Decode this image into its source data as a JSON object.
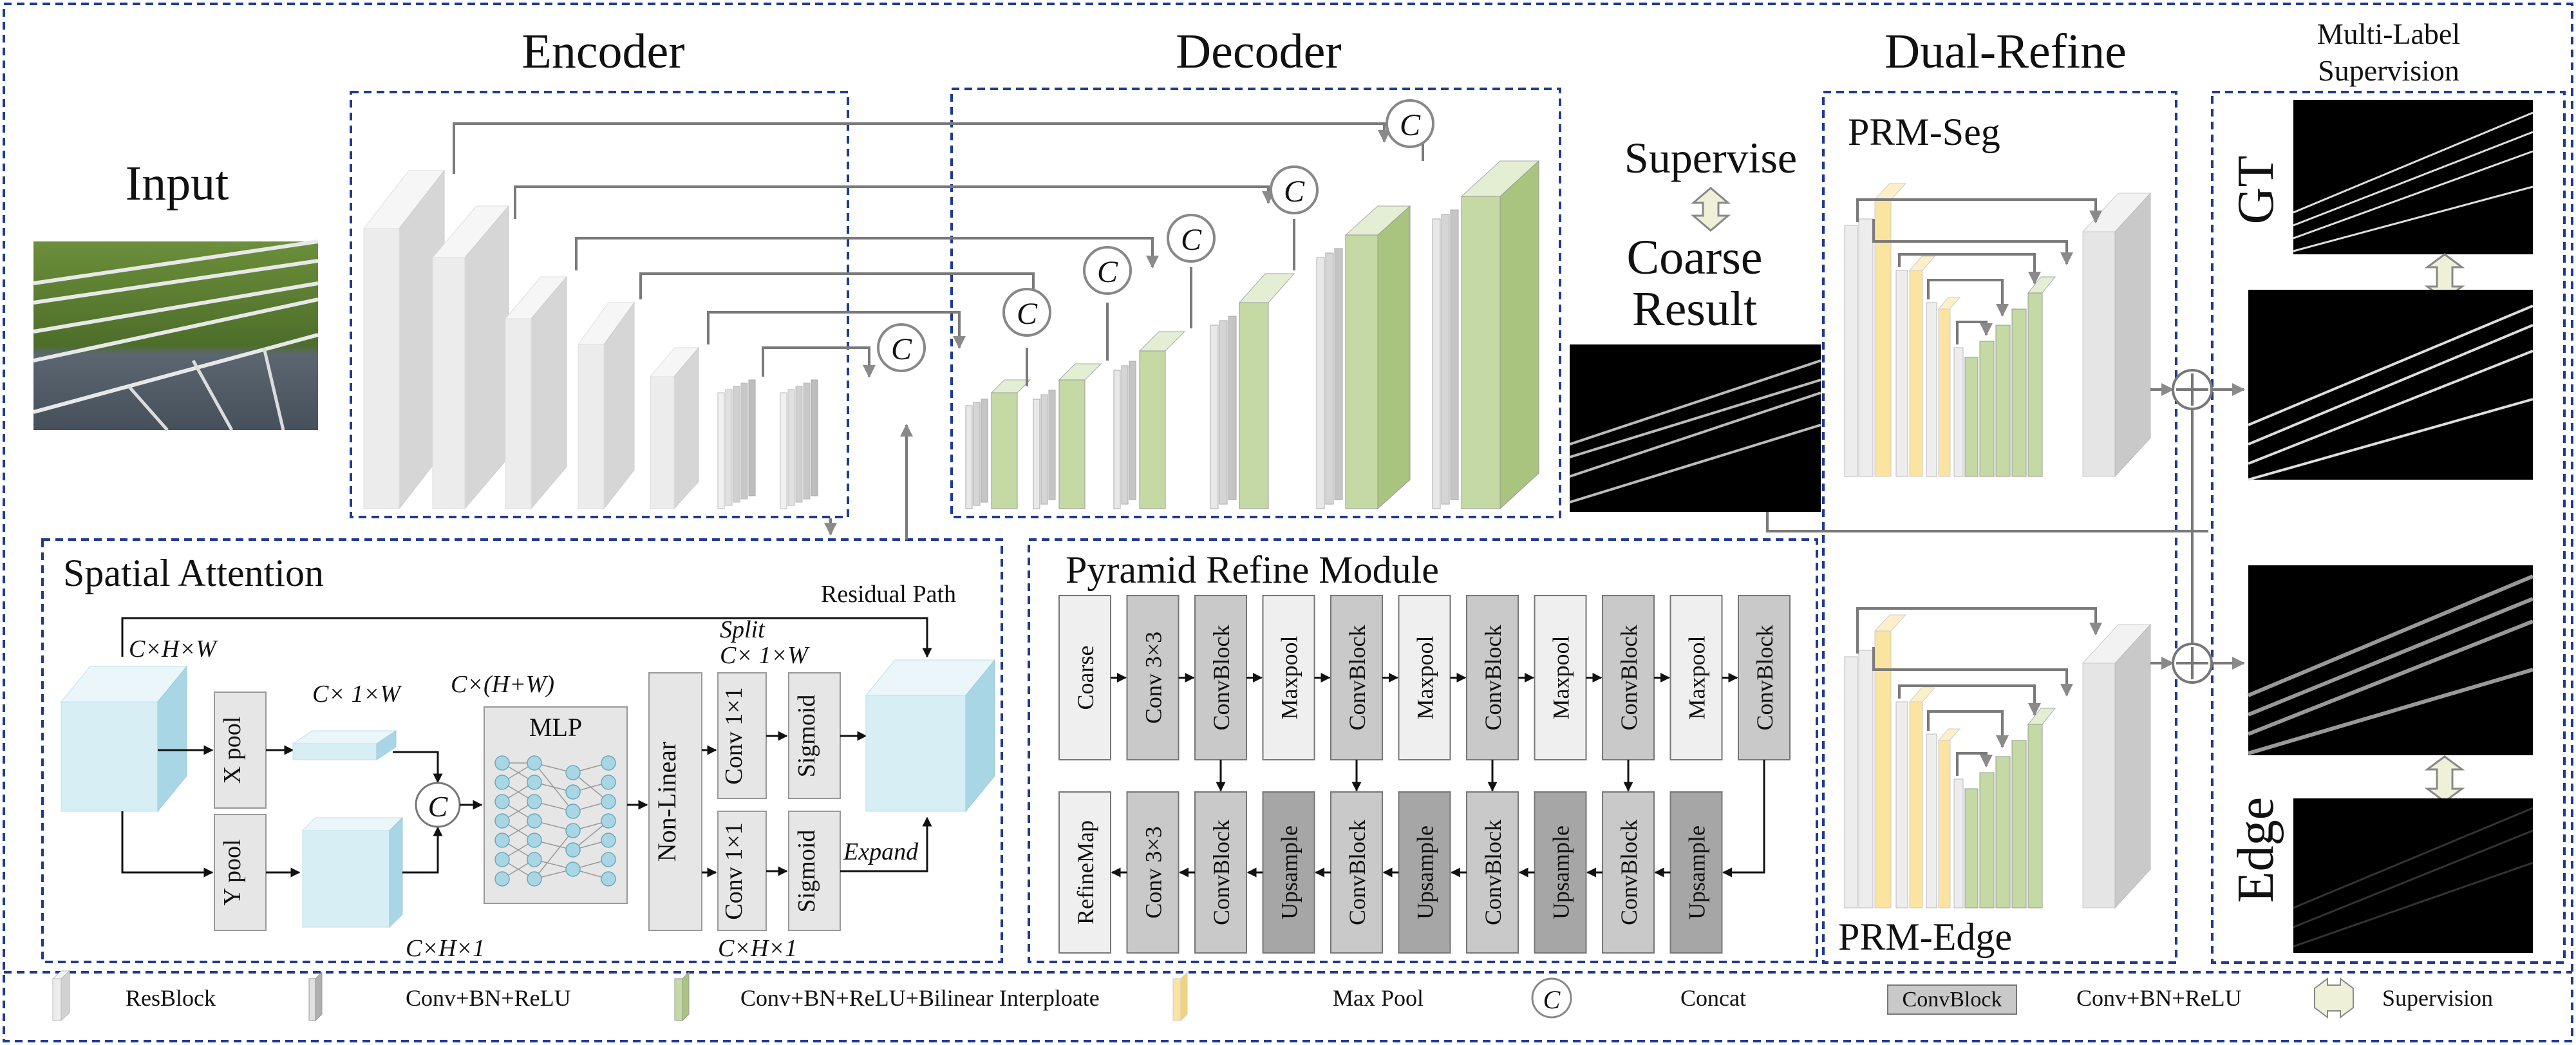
{
  "sections": {
    "encoder": "Encoder",
    "decoder": "Decoder",
    "dual_refine": "Dual-Refine",
    "multi_label": [
      "Multi-Label",
      "Supervision"
    ],
    "input": "Input"
  },
  "coarse": {
    "supervise": "Supervise",
    "line1": "Coarse",
    "line2": "Result"
  },
  "prm": {
    "seg": "PRM-Seg",
    "edge": "PRM-Edge"
  },
  "supervision_labels": {
    "gt": "GT",
    "edge": "Edge"
  },
  "spatial_attention": {
    "title": "Spatial Attention",
    "residual": "Residual Path",
    "x_pool": "X pool",
    "y_pool": "Y pool",
    "mlp": "MLP",
    "non_linear": "Non-Linear",
    "conv1": "Conv 1×1",
    "conv2": "Conv 1×1",
    "sigmoid1": "Sigmoid",
    "sigmoid2": "Sigmoid",
    "split": "Split",
    "expand": "Expand",
    "dim_chw": "C×H×W",
    "dim_c1w": "C× 1×W",
    "dim_chpw": "C×(H+W)",
    "dim_split": "C× 1×W",
    "dim_ch1": "C×H×1",
    "dim_ch1b": "C×H×1"
  },
  "prm_module": {
    "title": "Pyramid Refine Module",
    "top_row": [
      "Coarse",
      "Conv 3×3",
      "ConvBlock",
      "Maxpool",
      "ConvBlock",
      "Maxpool",
      "ConvBlock",
      "Maxpool",
      "ConvBlock",
      "Maxpool",
      "ConvBlock"
    ],
    "bottom_row": [
      "RefineMap",
      "Conv 3×3",
      "ConvBlock",
      "Upsample",
      "ConvBlock",
      "Upsample",
      "ConvBlock",
      "Upsample",
      "ConvBlock",
      "Upsample"
    ]
  },
  "concat_symbol": "C",
  "legend": {
    "resblock": "ResBlock",
    "conv_bn_relu": "Conv+BN+ReLU",
    "conv_bilinear": "Conv+BN+ReLU+Bilinear Interploate",
    "max_pool": "Max Pool",
    "concat": "Concat",
    "convblock_box": "ConvBlock",
    "convblock_desc": "Conv+BN+ReLU",
    "supervision": "Supervision"
  },
  "colors": {
    "dash_border": "#1f3a93",
    "resblock": "#ececec",
    "conv": "#c8c8c8",
    "green": "#c5d9a4",
    "yellow": "#fbe3a0",
    "light_blue": "#d7eef4",
    "cyan_side": "#a9d6e5",
    "gray_box": "#c9c9c9",
    "dark_box": "#a6a6a6",
    "arrow": "#8a8a8a"
  }
}
